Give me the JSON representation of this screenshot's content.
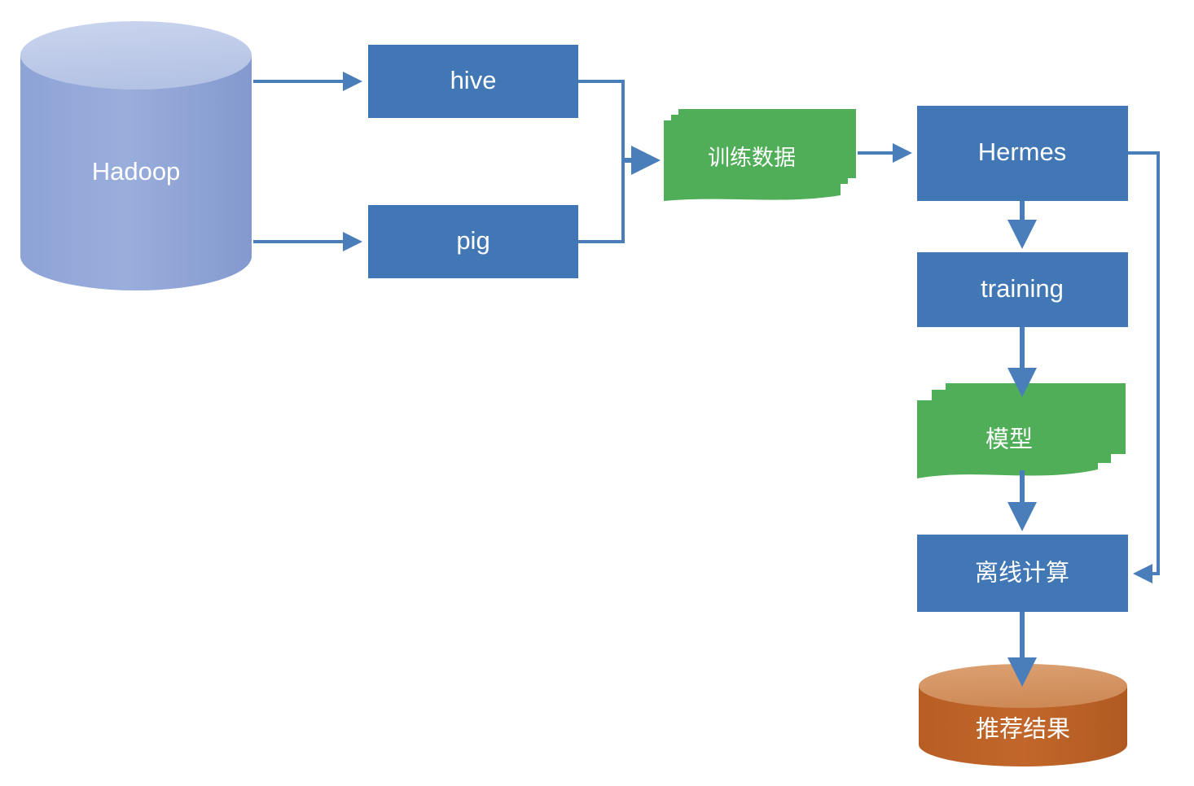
{
  "diagram": {
    "title": "Hadoop recommendation pipeline flowchart",
    "type": "flowchart",
    "background": "#ffffff",
    "palette": {
      "process_blue": "#4177B4",
      "data_green": "#4FAE57",
      "cylinder_blue_body": "#93A7D8",
      "cylinder_blue_top": "#C0CCE8",
      "cylinder_orange_body": "#BF6328",
      "cylinder_orange_top": "#D59364",
      "connector_blue": "#4A7EBB",
      "label_text": "#ffffff"
    },
    "nodes": [
      {
        "id": "hadoop",
        "label": "Hadoop",
        "shape": "cylinder",
        "color": "#93A7D8"
      },
      {
        "id": "hive",
        "label": "hive",
        "shape": "rectangle",
        "color": "#4177B4"
      },
      {
        "id": "pig",
        "label": "pig",
        "shape": "rectangle",
        "color": "#4177B4"
      },
      {
        "id": "train_data",
        "label": "训练数据",
        "shape": "multi-document",
        "color": "#4FAE57"
      },
      {
        "id": "hermes",
        "label": "Hermes",
        "shape": "rectangle",
        "color": "#4177B4"
      },
      {
        "id": "training",
        "label": "training",
        "shape": "rectangle",
        "color": "#4177B4"
      },
      {
        "id": "model",
        "label": "模型",
        "shape": "multi-document",
        "color": "#4FAE57"
      },
      {
        "id": "offline",
        "label": "离线计算",
        "shape": "rectangle",
        "color": "#4177B4"
      },
      {
        "id": "result",
        "label": "推荐结果",
        "shape": "cylinder",
        "color": "#BF6328"
      }
    ],
    "edges": [
      {
        "from": "hadoop",
        "to": "hive",
        "style": "straight-arrow"
      },
      {
        "from": "hadoop",
        "to": "pig",
        "style": "straight-arrow"
      },
      {
        "from": "hive",
        "to": "train_data",
        "style": "merge-elbow-arrow"
      },
      {
        "from": "pig",
        "to": "train_data",
        "style": "merge-elbow-arrow"
      },
      {
        "from": "train_data",
        "to": "hermes",
        "style": "straight-arrow"
      },
      {
        "from": "hermes",
        "to": "training",
        "style": "straight-arrow"
      },
      {
        "from": "training",
        "to": "model",
        "style": "straight-arrow"
      },
      {
        "from": "model",
        "to": "offline",
        "style": "straight-arrow"
      },
      {
        "from": "offline",
        "to": "result",
        "style": "straight-arrow"
      },
      {
        "from": "hermes",
        "to": "offline",
        "style": "right-loop-elbow-arrow"
      }
    ]
  }
}
